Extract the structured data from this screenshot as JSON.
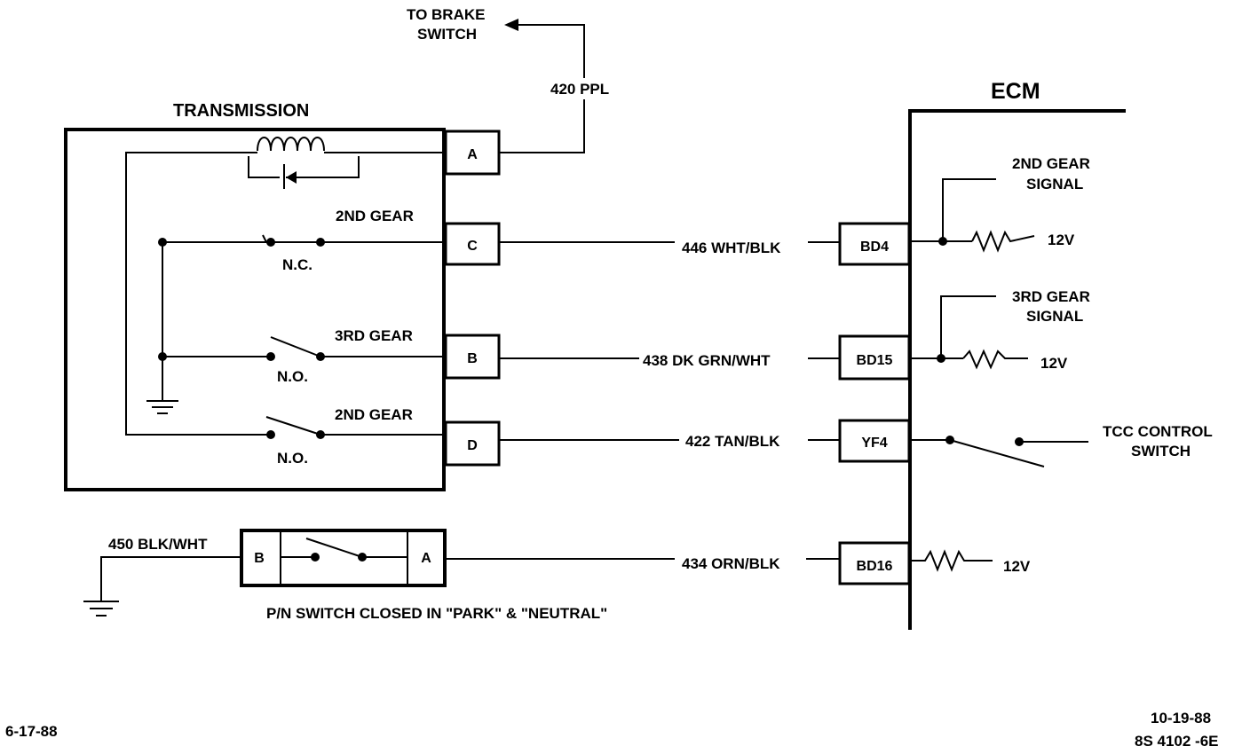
{
  "labels": {
    "to_brake_switch_1": "TO BRAKE",
    "to_brake_switch_2": "SWITCH",
    "wire_420": "420 PPL",
    "transmission": "TRANSMISSION",
    "ecm": "ECM",
    "second_gear_upper": "2ND GEAR",
    "nc": "N.C.",
    "third_gear": "3RD GEAR",
    "no_1": "N.O.",
    "second_gear_lower": "2ND GEAR",
    "no_2": "N.O.",
    "wire_446": "446 WHT/BLK",
    "wire_438": "438 DK GRN/WHT",
    "wire_422": "422 TAN/BLK",
    "wire_434": "434 ORN/BLK",
    "wire_450": "450 BLK/WHT",
    "sig2_1": "2ND GEAR",
    "sig2_2": "SIGNAL",
    "sig3_1": "3RD GEAR",
    "sig3_2": "SIGNAL",
    "tcc_1": "TCC CONTROL",
    "tcc_2": "SWITCH",
    "v12_a": "12V",
    "v12_b": "12V",
    "v12_c": "12V",
    "pn_note": "P/N SWITCH CLOSED IN \"PARK\" & \"NEUTRAL\"",
    "date_left": "6-17-88",
    "date_right": "10-19-88",
    "code": "8S 4102 -6E"
  },
  "pins": {
    "trans_a": "A",
    "trans_c": "C",
    "trans_b": "B",
    "trans_d": "D",
    "ecm_bd4": "BD4",
    "ecm_bd15": "BD15",
    "ecm_yf4": "YF4",
    "ecm_bd16": "BD16",
    "pn_b": "B",
    "pn_a": "A"
  }
}
